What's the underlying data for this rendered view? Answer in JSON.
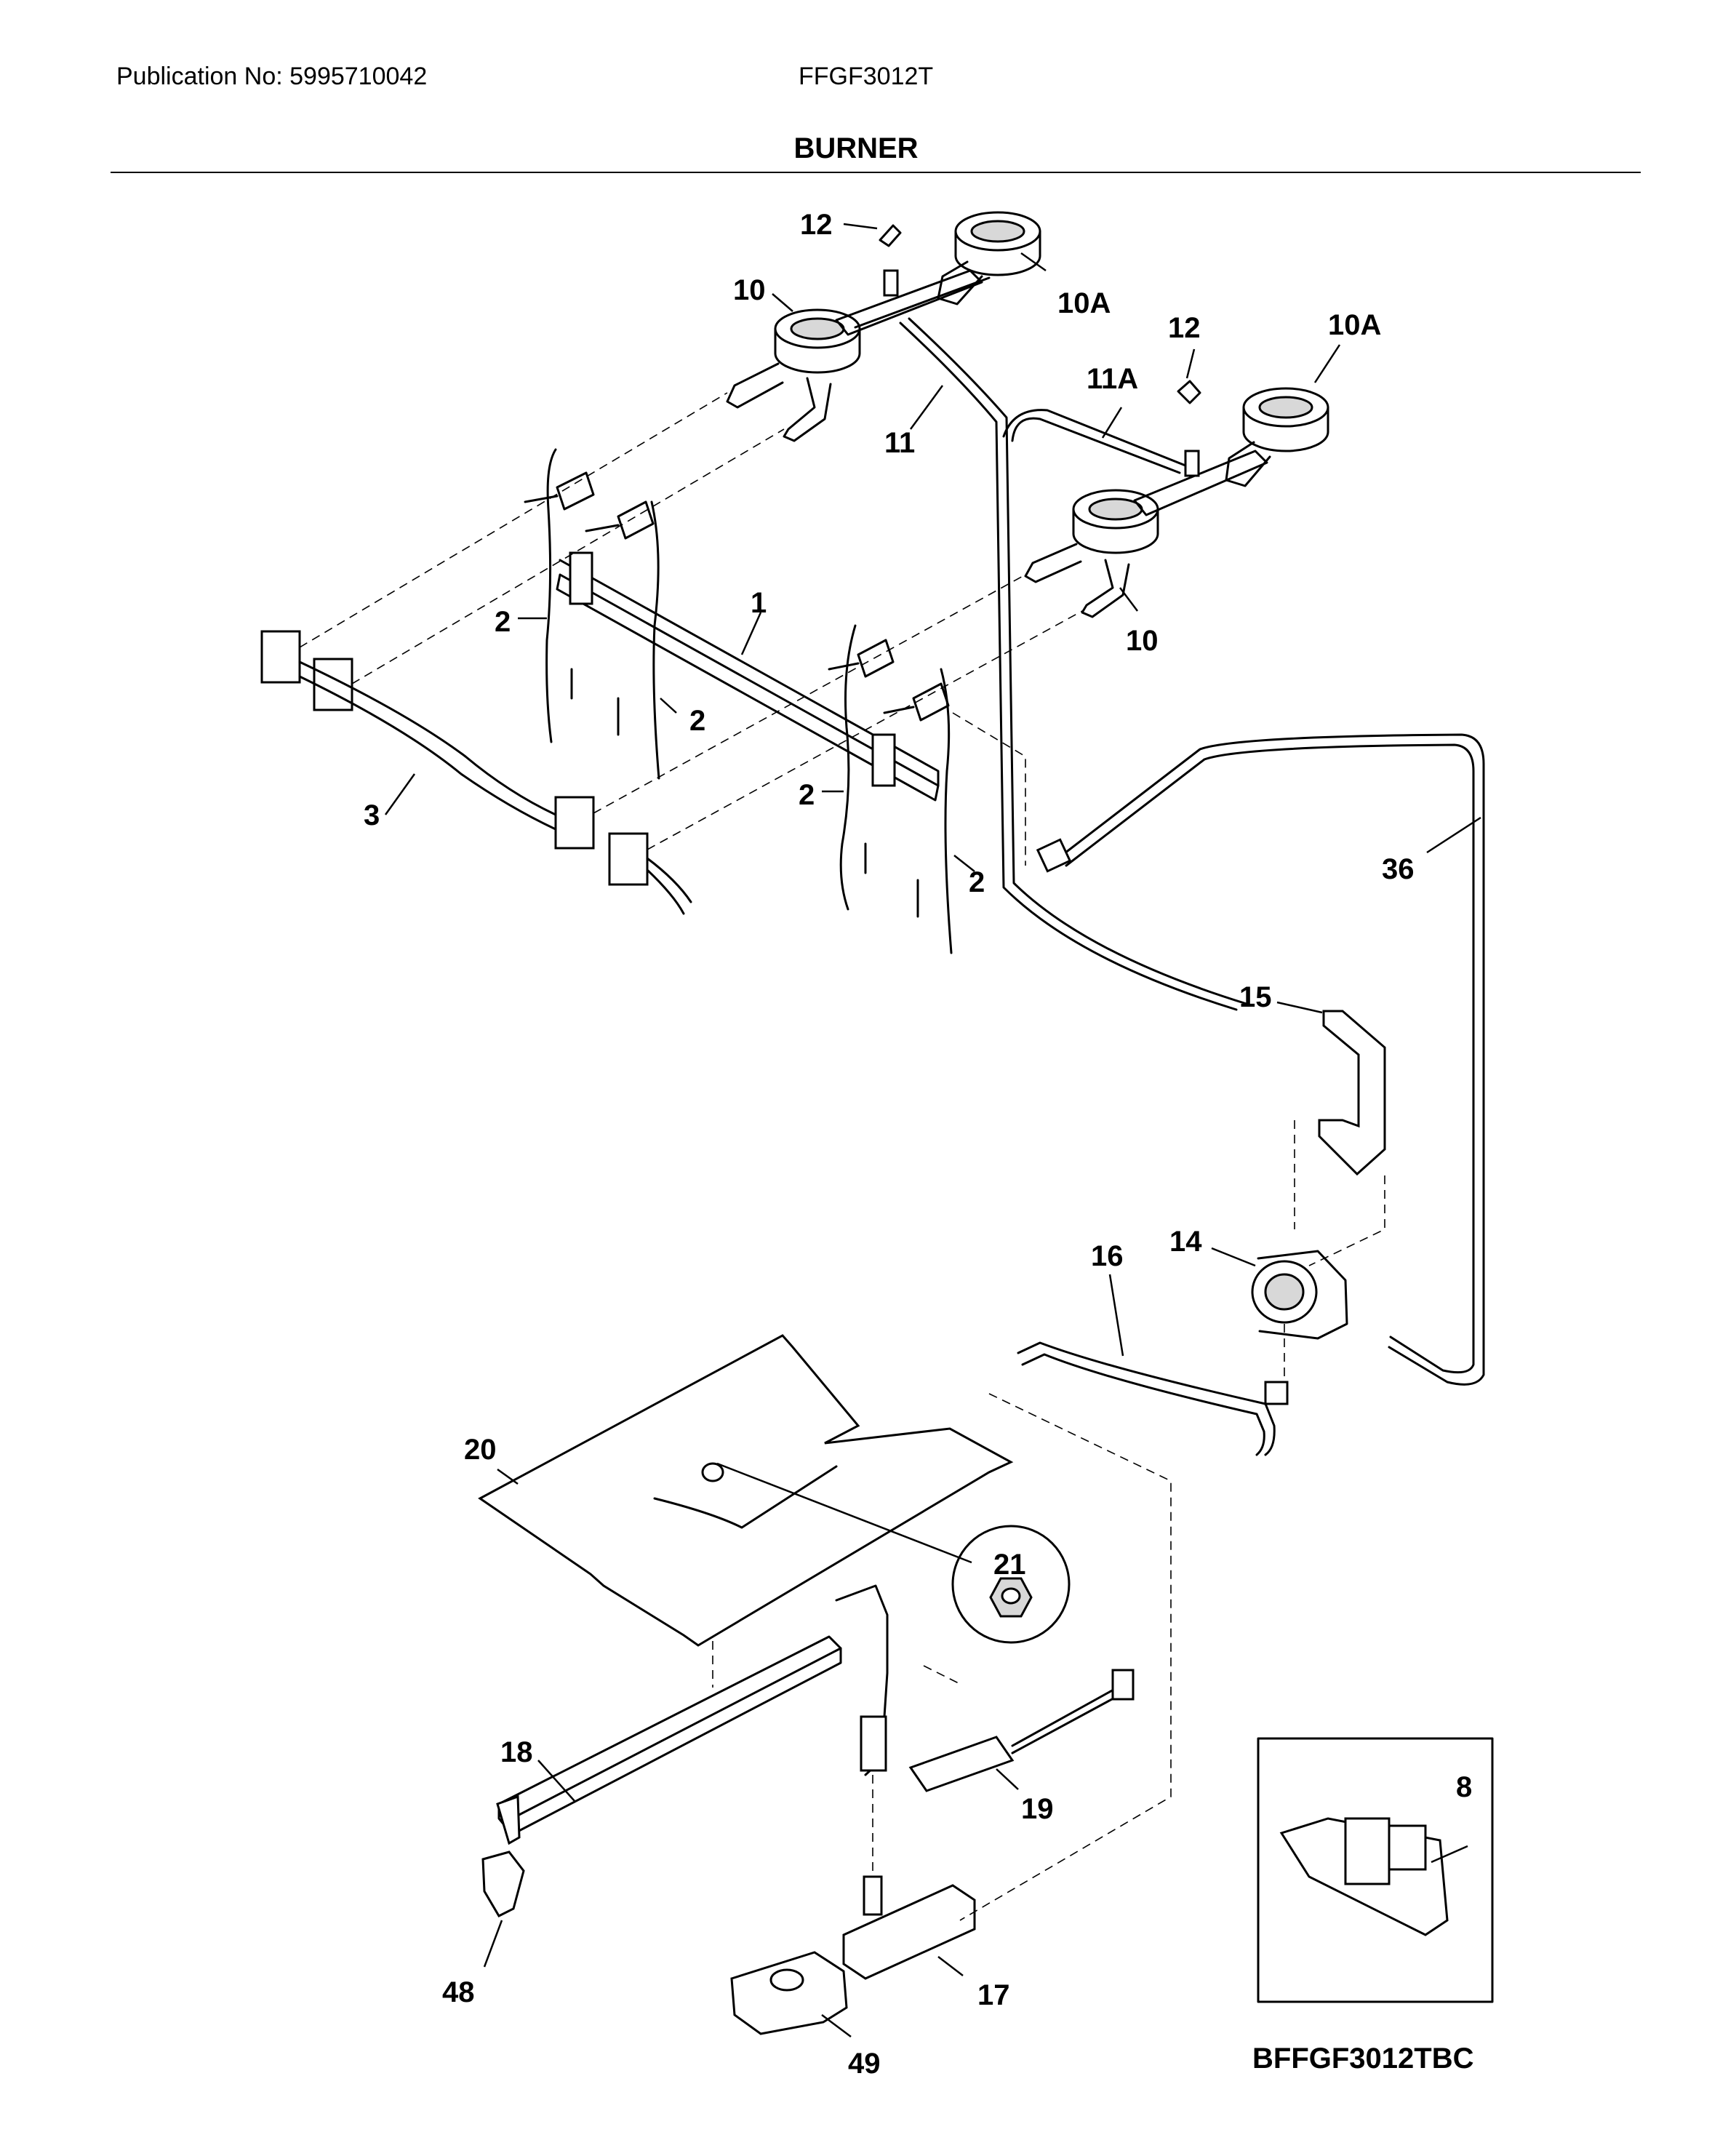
{
  "header": {
    "publication": "Publication No: 5995710042",
    "model": "FFGF3012T",
    "title": "BURNER"
  },
  "callouts": [
    "1",
    "2",
    "2",
    "2",
    "2",
    "3",
    "8",
    "10",
    "10",
    "10A",
    "10A",
    "11",
    "11A",
    "12",
    "12",
    "14",
    "15",
    "16",
    "17",
    "18",
    "19",
    "20",
    "21",
    "36",
    "48",
    "49"
  ],
  "diagram_code": "BFFGF3012TBC"
}
